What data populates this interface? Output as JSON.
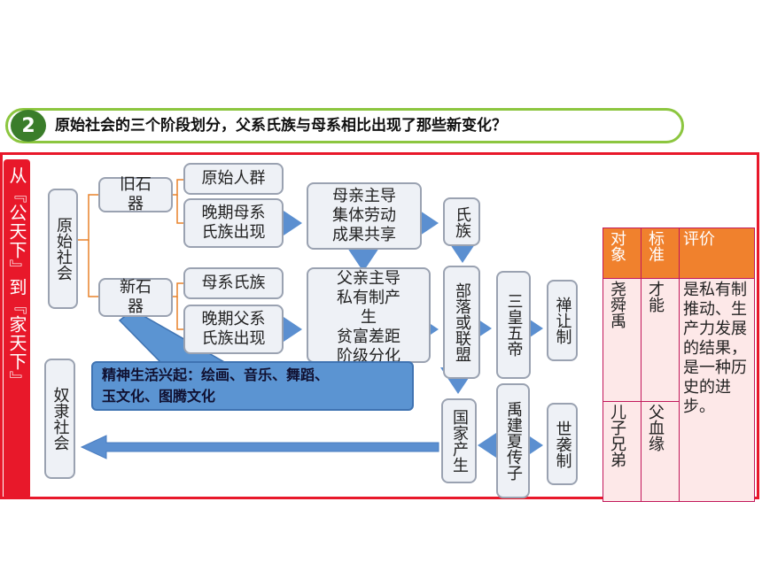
{
  "header": {
    "number": "2",
    "question": "原始社会的三个阶段划分，父系氏族与母系相比出现了那些新变化？"
  },
  "side_banner": "从『公天下』到『家天下』",
  "nodes": {
    "primitive_society": "原始社会",
    "old_stone_age": "旧石\n器",
    "new_stone_age": "新石\n器",
    "primitive_group": "原始人群",
    "late_matrilineal": "晚期母系\n氏族出现",
    "matrilineal_clan": "母系氏族",
    "late_patrilineal": "晚期父系\n氏族出现",
    "mother_led": "母亲主导\n集体劳动\n成果共享",
    "father_led": "父亲主导\n私有制产\n生\n贫富差距\n阶级分化",
    "clan": "氏族",
    "tribe_alliance": "部落或联盟",
    "three_sovereigns": "三皇五帝",
    "abdication": "禅让制",
    "state_emerges": "国家产生",
    "yu_founds_xia": "禹建夏传子",
    "hereditary": "世袭制",
    "slave_society": "奴隶社会"
  },
  "callout": "精神生活兴起：绘画、音乐、舞蹈、\n玉文化、图腾文化",
  "table": {
    "headers": [
      "对象",
      "标准",
      "评价"
    ],
    "rows": [
      [
        "尧舜禹",
        "才能"
      ],
      [
        "儿子兄弟",
        "父血缘"
      ]
    ],
    "evaluation": "是私有制推动、生产力发展的结果，是一种历史的进步。"
  },
  "colors": {
    "frame_red": "#e8182a",
    "header_green": "#8cc63f",
    "circle_green": "#3a7d2a",
    "arrow_blue": "#5b8fd0",
    "table_header_orange": "#f0812d",
    "table_fill_pink": "#fde8e8"
  }
}
